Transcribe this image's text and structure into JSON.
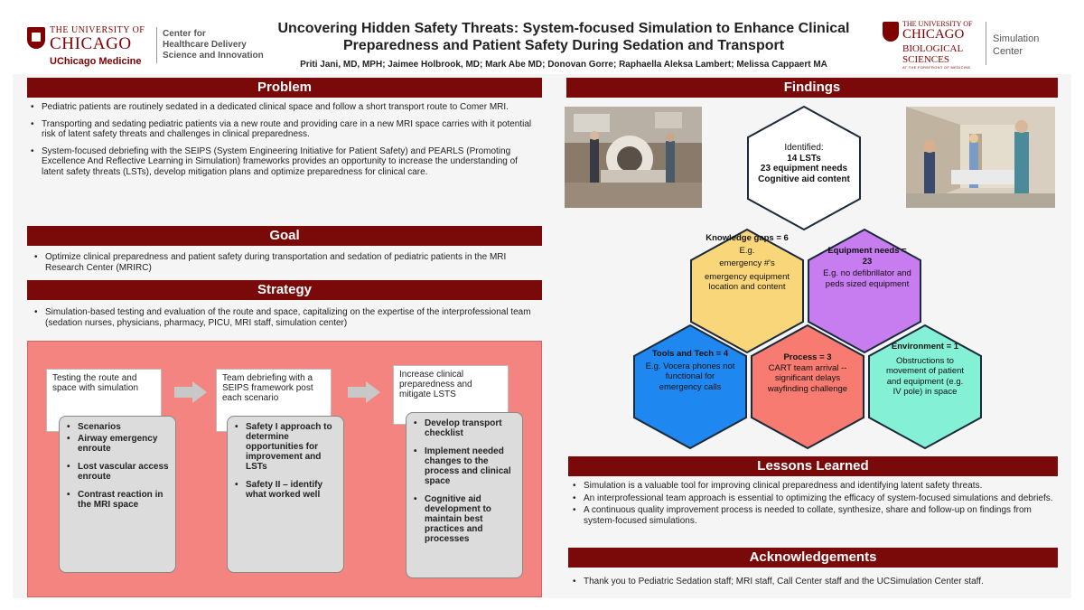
{
  "header": {
    "uc_logo": {
      "university": "THE UNIVERSITY OF",
      "chicago": "CHICAGO",
      "medicine": "UChicago Medicine",
      "center_line1": "Center for",
      "center_line2": "Healthcare Delivery",
      "center_line3": "Science and Innovation"
    },
    "title_line1": "Uncovering Hidden Safety Threats: System-focused Simulation to Enhance Clinical",
    "title_line2": "Preparedness and Patient Safety During Sedation and Transport",
    "authors": "Priti Jani, MD, MPH; Jaimee Holbrook, MD; Mark Abe MD; Donovan Gorre; Raphaella Aleksa Lambert; Melissa Cappaert MA",
    "bsd_logo": {
      "university": "THE UNIVERSITY OF",
      "chicago": "CHICAGO",
      "biological": "BIOLOGICAL",
      "sciences": "SCIENCES",
      "tagline": "AT THE FOREFRONT OF MEDICINE",
      "simulation": "Simulation",
      "center": "Center"
    }
  },
  "problem": {
    "heading": "Problem",
    "bullets": [
      "Pediatric patients are routinely sedated in a dedicated clinical space and follow a short transport route to Comer MRI.",
      "Transporting and sedating pediatric patients via a new route and providing care in a new MRI space carries with it potential risk of latent safety threats and challenges in clinical preparedness.",
      "System-focused debriefing with the SEIPS (System Engineering Initiative for Patient Safety) and PEARLS (Promoting Excellence And Reflective Learning in Simulation) frameworks provides an opportunity to increase the understanding of latent safety threats (LSTs), develop mitigation plans and optimize preparedness for clinical care."
    ]
  },
  "goal": {
    "heading": "Goal",
    "bullets": [
      "Optimize clinical preparedness and patient safety during transportation and sedation of pediatric patients in the MRI Research Center (MRIRC)"
    ]
  },
  "strategy": {
    "heading": "Strategy",
    "bullets": [
      "Simulation-based testing and evaluation of the route and space, capitalizing on the expertise of the interprofessional team (sedation nurses, physicians, pharmacy, PICU, MRI staff, simulation center)"
    ],
    "steps": [
      {
        "title": "Testing the route and space with simulation",
        "items": [
          "Scenarios",
          "Airway emergency enroute",
          "Lost vascular access enroute",
          "Contrast reaction in the MRI space"
        ]
      },
      {
        "title": "Team debriefing with a SEIPS framework post each scenario",
        "items": [
          "Safety I approach to determine opportunities for improvement and LSTs",
          "Safety II – identify what worked well"
        ]
      },
      {
        "title": "Increase clinical preparedness and mitigate LSTS",
        "items": [
          "Develop transport checklist",
          "Implement needed changes to the process and clinical space",
          "Cognitive aid development to maintain best practices and processes"
        ]
      }
    ]
  },
  "findings": {
    "heading": "Findings",
    "center": {
      "line1": "Identified:",
      "line2": "14 LSTs",
      "line3": "23 equipment needs",
      "line4": "Cognitive aid content"
    },
    "knowledge": {
      "title": "Knowledge gaps = 6",
      "line1": "E.g.",
      "line2": "emergency #'s",
      "line3": "emergency equipment location and content",
      "color": "#f9d67a"
    },
    "equipment": {
      "title": "Equipment needs = 23",
      "line1": "E.g. no defibrillator and peds sized equipment",
      "color": "#c77cf0"
    },
    "tools": {
      "title": "Tools and Tech = 4",
      "line1": "E.g. Vocera phones not functional for emergency calls",
      "color": "#1e88f0"
    },
    "process": {
      "title": "Process = 3",
      "line1": "CART team arrival -- significant delays wayfinding challenge",
      "color": "#f77b70"
    },
    "environment": {
      "title": "Environment = 1",
      "line1": "Obstructions to movement of patient and equipment (e.g. IV pole) in space",
      "color": "#84f0d6"
    }
  },
  "lessons": {
    "heading": "Lessons Learned",
    "bullets": [
      "Simulation is a valuable tool for improving clinical preparedness and identifying latent safety threats.",
      "An interprofessional team approach is essential to optimizing the efficacy of system-focused simulations and debriefs.",
      "A continuous quality improvement process is needed to collate, synthesize, share and follow-up on findings from system-focused simulations."
    ]
  },
  "acknowledgements": {
    "heading": "Acknowledgements",
    "bullets": [
      "Thank you to Pediatric Sedation staff; MRI staff, Call Center staff and the UCSimulation Center staff."
    ]
  },
  "colors": {
    "maroon": "#7a0a0a",
    "strategy_panel": "#f4847f"
  }
}
